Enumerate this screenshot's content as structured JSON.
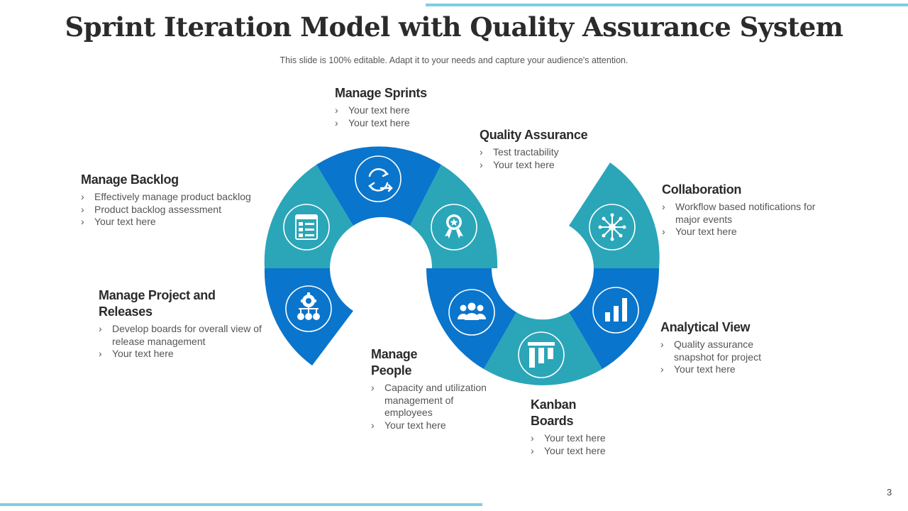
{
  "title": "Sprint Iteration Model with Quality Assurance System",
  "subtitle": "This slide is 100% editable. Adapt it to your needs and capture your audience's attention.",
  "page_number": "3",
  "colors": {
    "teal": "#2aa6b8",
    "blue": "#0a75cc",
    "accent_line": "#7ccfe0",
    "white": "#ffffff"
  },
  "items": [
    {
      "key": "backlog",
      "title": "Manage Backlog",
      "icon": "backlog-list-icon",
      "bullets": [
        "Effectively manage product backlog",
        "Product backlog assessment",
        "Your text here"
      ]
    },
    {
      "key": "sprints",
      "title": "Manage Sprints",
      "icon": "sprint-cycle-icon",
      "bullets": [
        "Your text here",
        "Your text here"
      ]
    },
    {
      "key": "qa",
      "title": "Quality Assurance",
      "icon": "award-badge-icon",
      "bullets": [
        "Test tractability",
        "Your text here"
      ]
    },
    {
      "key": "collab",
      "title": "Collaboration",
      "icon": "network-hub-icon",
      "bullets": [
        "Workflow based notifications for major events",
        "Your text here"
      ]
    },
    {
      "key": "releases",
      "title": "Manage Project and Releases",
      "icon": "release-gear-icon",
      "bullets": [
        "Develop boards for overall view of release management",
        "Your text here"
      ]
    },
    {
      "key": "people",
      "title": "Manage People",
      "icon": "people-group-icon",
      "bullets": [
        "Capacity and utilization management of employees",
        "Your text here"
      ]
    },
    {
      "key": "kanban",
      "title": "Kanban Boards",
      "icon": "kanban-board-icon",
      "bullets": [
        "Your text here",
        "Your text here"
      ]
    },
    {
      "key": "analytics",
      "title": "Analytical View",
      "icon": "bar-chart-icon",
      "bullets": [
        "Quality assurance snapshot for project",
        "Your text here"
      ]
    }
  ]
}
